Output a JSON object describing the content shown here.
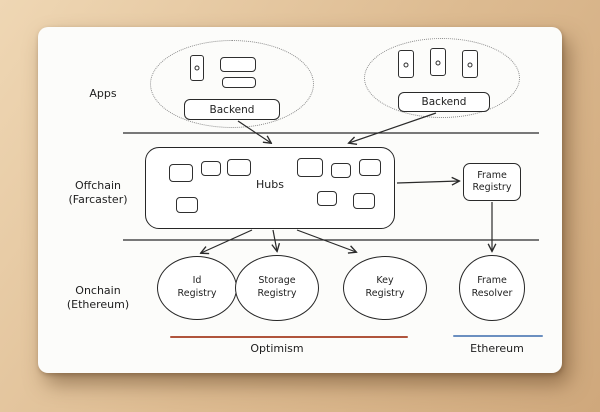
{
  "row_labels": {
    "apps": "Apps",
    "offchain_1": "Offchain",
    "offchain_2": "(Farcaster)",
    "onchain_1": "Onchain",
    "onchain_2": "(Ethereum)"
  },
  "apps": {
    "left_backend": "Backend",
    "right_backend": "Backend"
  },
  "hubs": {
    "label": "Hubs"
  },
  "frame_registry": {
    "line1": "Frame",
    "line2": "Registry"
  },
  "registries": [
    {
      "line1": "Id",
      "line2": "Registry"
    },
    {
      "line1": "Storage",
      "line2": "Registry"
    },
    {
      "line1": "Key",
      "line2": "Registry"
    }
  ],
  "frame_resolver": {
    "line1": "Frame",
    "line2": "Resolver"
  },
  "footer": {
    "optimism": "Optimism",
    "ethereum": "Ethereum"
  },
  "colors": {
    "optimism_line": "#b0543c",
    "ethereum_line": "#6b8fc0",
    "stroke": "#2a2a2a",
    "card_bg": "#fcfcfa"
  }
}
